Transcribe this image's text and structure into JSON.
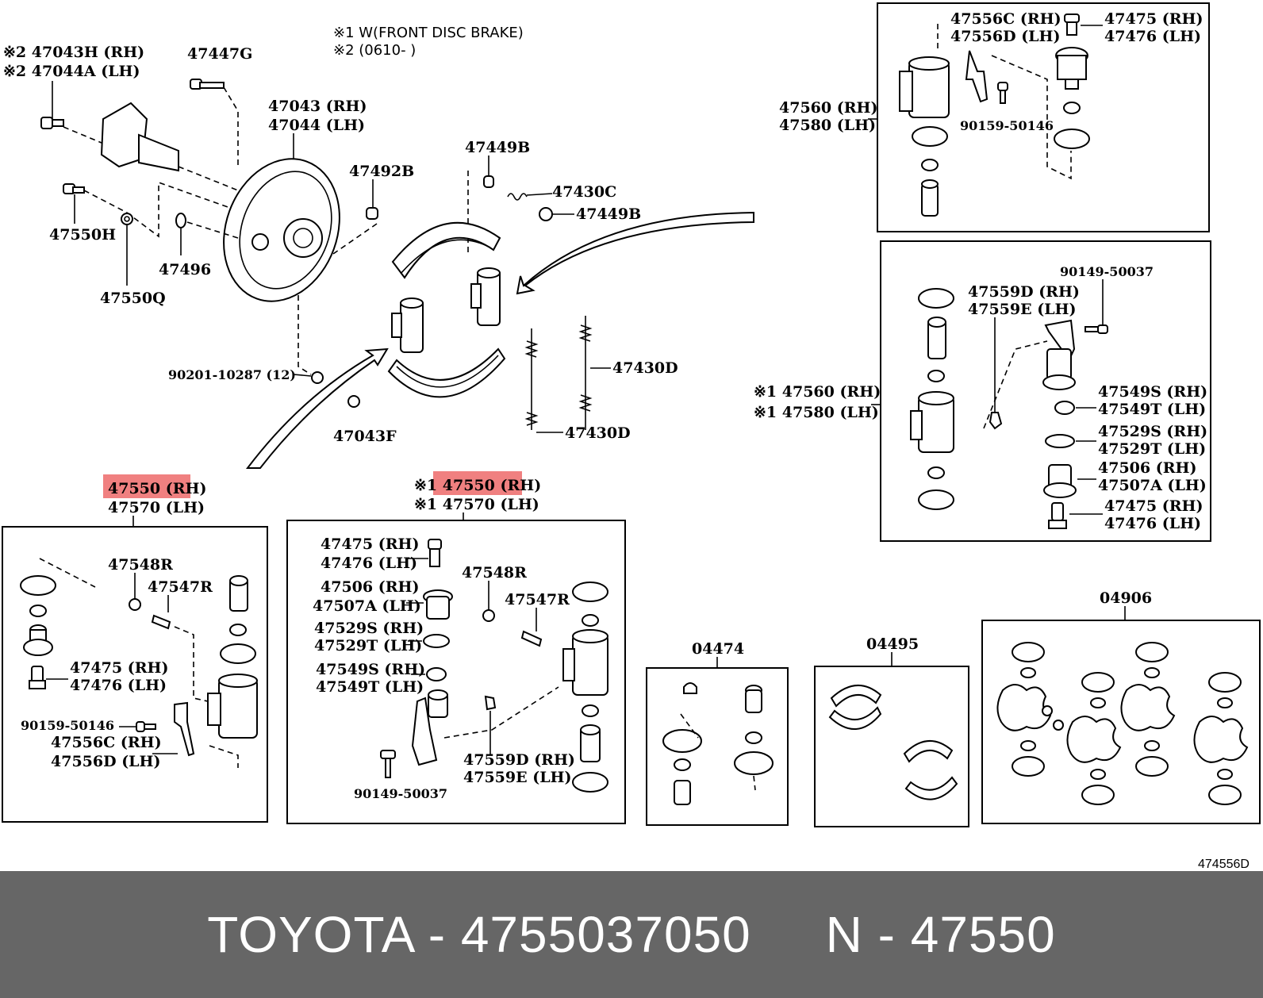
{
  "notes": {
    "note1": "※1 W(FRONT DISC BRAKE)",
    "note2": "※2 (0610-      )"
  },
  "labels": {
    "l_47043H": "※2 47043H (RH)",
    "l_47044A": "※2 47044A (LH)",
    "l_47447G": "47447G",
    "l_47043": "47043 (RH)",
    "l_47044": "47044 (LH)",
    "l_47492B": "47492B",
    "l_47449B_a": "47449B",
    "l_47430C": "47430C",
    "l_47449B_b": "47449B",
    "l_47550H": "47550H",
    "l_47496": "47496",
    "l_47550Q": "47550Q",
    "l_90201": "90201-10287 (12)",
    "l_47043F": "47043F",
    "l_47430D_a": "47430D",
    "l_47430D_b": "47430D",
    "tr_47556C": "47556C (RH)",
    "tr_47556D": "47556D (LH)",
    "tr_47475": "47475 (RH)",
    "tr_47476": "47476 (LH)",
    "tr_47560": "47560 (RH)",
    "tr_47580": "47580 (LH)",
    "tr_90159": "90159-50146",
    "mr_90149": "90149-50037",
    "mr_47559D": "47559D (RH)",
    "mr_47559E": "47559E (LH)",
    "mr_47560": "※1 47560 (RH)",
    "mr_47580": "※1 47580 (LH)",
    "mr_47549S": "47549S (RH)",
    "mr_47549T": "47549T (LH)",
    "mr_47529S": "47529S (RH)",
    "mr_47529T": "47529T (LH)",
    "mr_47506": "47506 (RH)",
    "mr_47507A": "47507A (LH)",
    "mr_47475": "47475 (RH)",
    "mr_47476": "47476 (LH)",
    "bl_47550": "47550 (RH)",
    "bl_47570": "47570 (LH)",
    "bl_47548R": "47548R",
    "bl_47547R": "47547R",
    "bl_47475": "47475 (RH)",
    "bl_47476": "47476 (LH)",
    "bl_90159": "90159-50146",
    "bl_47556C": "47556C (RH)",
    "bl_47556D": "47556D (LH)",
    "bm_47550": "※1 47550 (RH)",
    "bm_47570": "※1 47570 (LH)",
    "bm_47475": "47475 (RH)",
    "bm_47476": "47476 (LH)",
    "bm_47548R": "47548R",
    "bm_47506": "47506 (RH)",
    "bm_47507A": "47507A (LH)",
    "bm_47547R": "47547R",
    "bm_47529S": "47529S (RH)",
    "bm_47529T": "47529T (LH)",
    "bm_47549S": "47549S (RH)",
    "bm_47549T": "47549T (LH)",
    "bm_47559D": "47559D (RH)",
    "bm_47559E": "47559E (LH)",
    "bm_90149": "90149-50037",
    "k_04474": "04474",
    "k_04495": "04495",
    "k_04906": "04906",
    "diagram_code": "474556D"
  },
  "highlight_color": "#f08080",
  "footer": {
    "text": "TOYOTA - 4755037050     N - 47550"
  }
}
